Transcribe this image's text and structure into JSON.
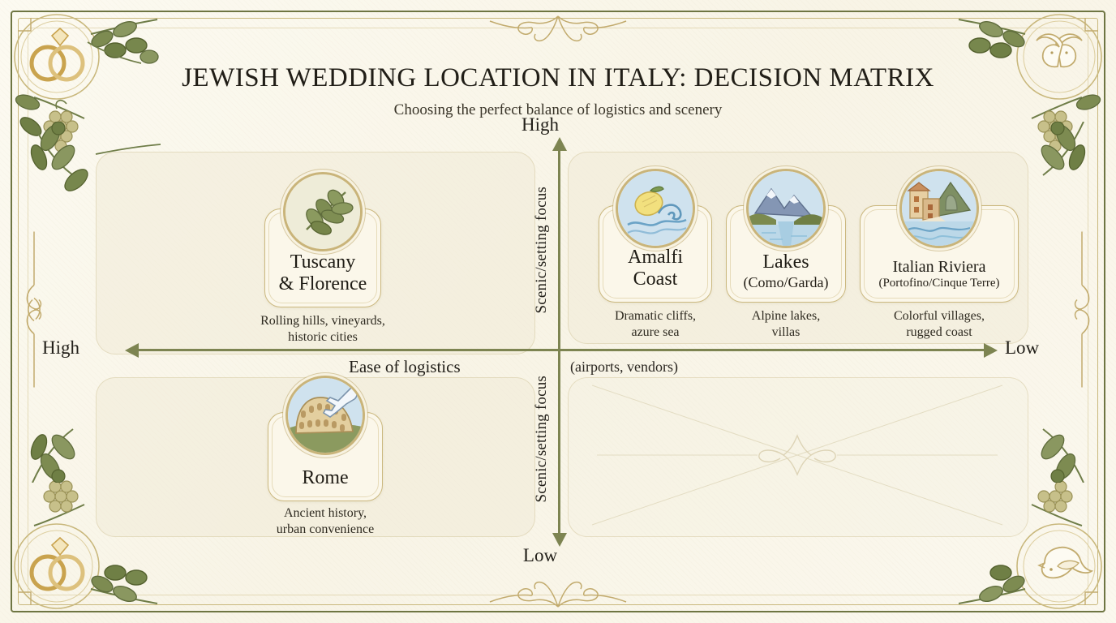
{
  "header": {
    "title": "JEWISH WEDDING LOCATION IN ITALY: DECISION MATRIX",
    "subtitle": "Choosing the perfect balance of logistics and scenery"
  },
  "axes": {
    "horizontal": {
      "name": "Ease of logistics",
      "note": "(airports, vendors)",
      "left_end": "High",
      "right_end": "Low"
    },
    "vertical": {
      "name": "Scenic/setting focus",
      "name_lower": "Scenic/setting focus",
      "top_end": "High",
      "bottom_end": "Low"
    }
  },
  "cards": {
    "tuscany": {
      "name": "Tuscany",
      "sub": "& Florence",
      "desc": "Rolling hills, vineyards,\nhistoric cities",
      "icon": "olive-branch-icon"
    },
    "amalfi": {
      "name": "Amalfi",
      "sub": "Coast",
      "desc": "Dramatic cliffs,\nazure sea",
      "icon": "lemon-wave-icon"
    },
    "lakes": {
      "name": "Lakes",
      "sub": "(Como/Garda)",
      "desc": "Alpine lakes,\nvillas",
      "icon": "mountain-lake-icon"
    },
    "riviera": {
      "name": "Italian Riviera",
      "sub": "(Portofino/Cinque Terre)",
      "desc": "Colorful villages,\nrugged coast",
      "icon": "coastal-village-icon"
    },
    "rome": {
      "name": "Rome",
      "sub": "",
      "desc": "Ancient history,\nurban convenience",
      "icon": "colosseum-airplane-icon"
    }
  },
  "ornaments": {
    "top_left": "wedding-rings-icon",
    "top_right": "two-doves-icon",
    "bottom_left": "wedding-rings-icon",
    "bottom_right": "dove-icon",
    "botanical": "olive-branch-and-grapes-icon",
    "flourish": "scroll-flourish-icon"
  },
  "colors": {
    "background": "#fbf8ee",
    "frame_green": "#6e7542",
    "gold": "#c9b87d",
    "axis": "#7d8451",
    "olive_leaf": "#77854f",
    "grape": "#c3bd86",
    "text": "#23201a"
  }
}
